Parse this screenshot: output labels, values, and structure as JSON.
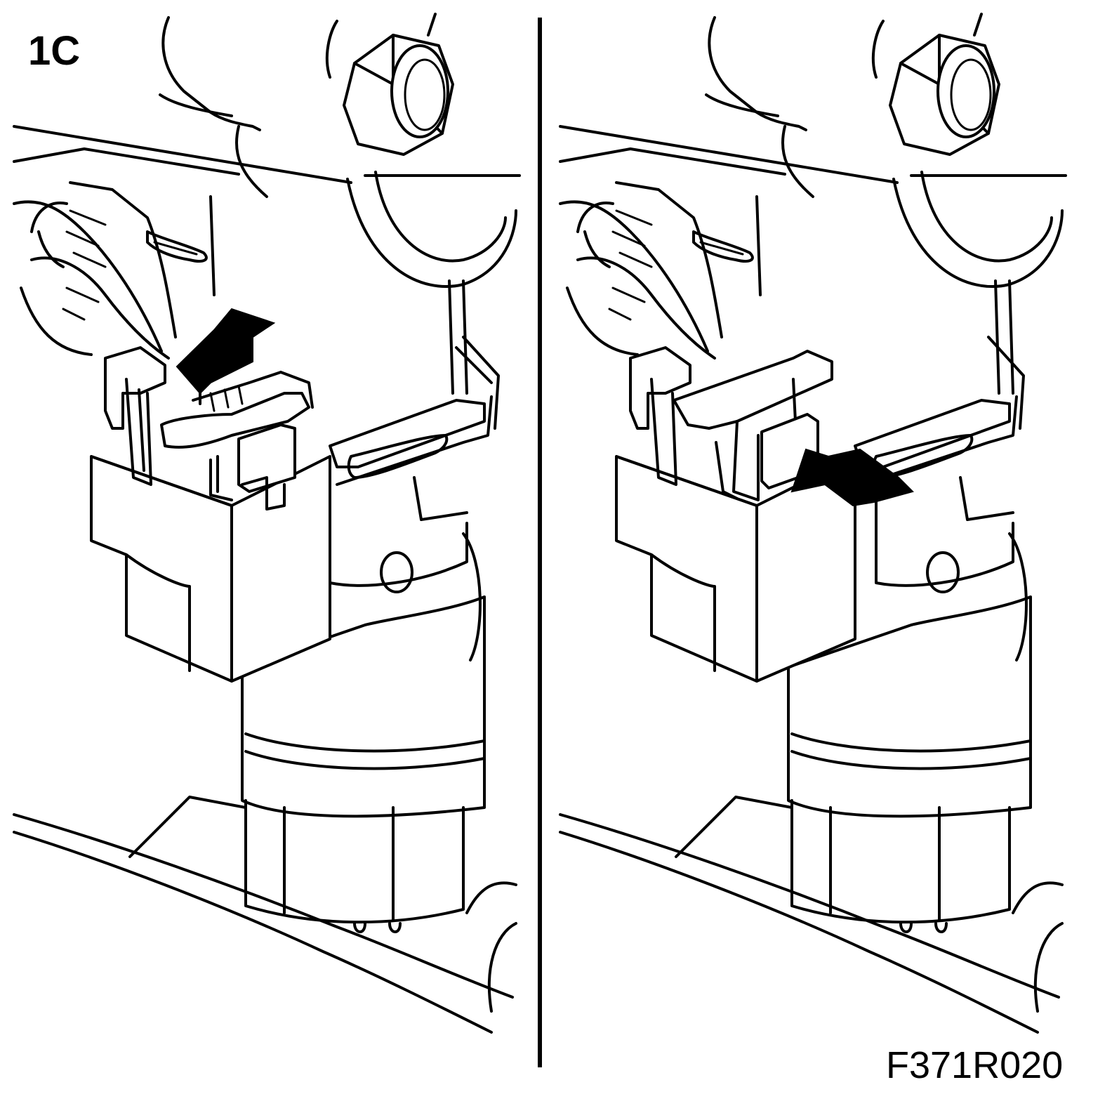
{
  "figure": {
    "step_label": "1C",
    "figure_code": "F371R020",
    "panels": [
      {
        "id": "left",
        "arrow": "up"
      },
      {
        "id": "right",
        "arrow": "up-left"
      }
    ]
  }
}
